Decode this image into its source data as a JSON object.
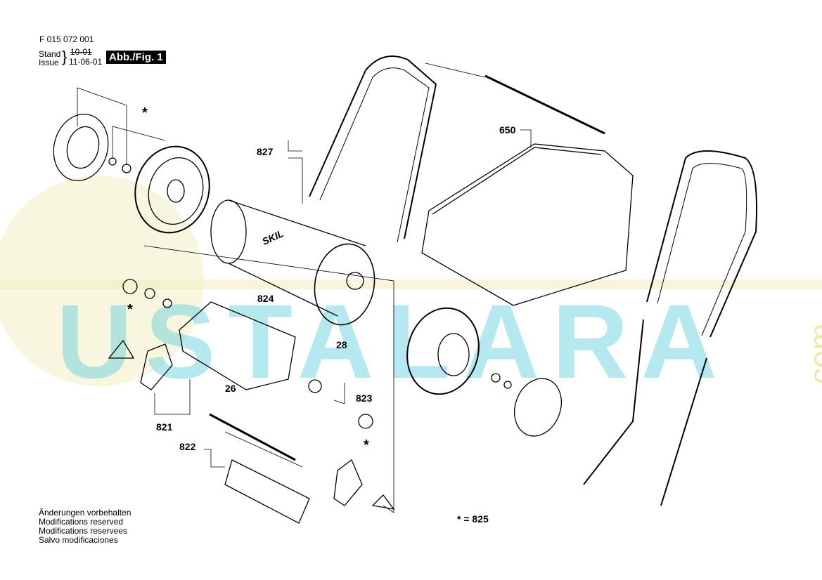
{
  "header": {
    "doc_number": "F 015 072 001",
    "stand_label": "Stand",
    "stand_value": "10-01",
    "issue_label": "Issue",
    "issue_value": "11-06-01",
    "figure_label": "Abb./Fig. 1"
  },
  "watermark": {
    "text": "USTALARA",
    "suffix": ".com"
  },
  "drum_brand": "SKIL",
  "part_labels": {
    "p827": "827",
    "p650": "650",
    "p824": "824",
    "p28": "28",
    "p26": "26",
    "p823": "823",
    "p821": "821",
    "p822": "822"
  },
  "star_marks": [
    "*",
    "*",
    "*"
  ],
  "legend": "* = 825",
  "notes": [
    "Änderungen vorbehalten",
    "Modifications reserved",
    "Modifications reservees",
    "Salvo modificaciones"
  ]
}
